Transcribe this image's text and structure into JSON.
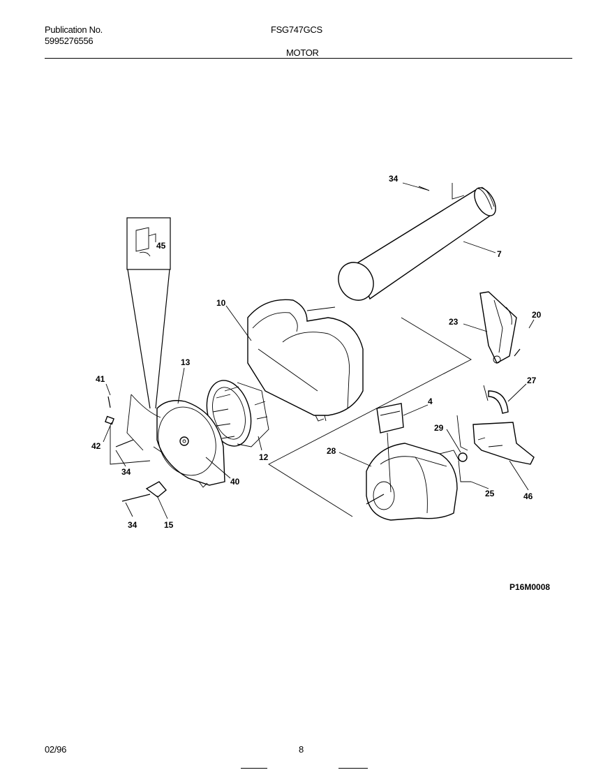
{
  "header": {
    "publication_label": "Publication No.",
    "publication_number": "5995276556",
    "model": "FSG747GCS",
    "section_title": "MOTOR"
  },
  "diagram": {
    "drawing_code": "P16M0008",
    "callouts": {
      "c34a": "34",
      "c7": "7",
      "c45": "45",
      "c10": "10",
      "c23": "23",
      "c20": "20",
      "c13": "13",
      "c41": "41",
      "c27": "27",
      "c4": "4",
      "c42": "42",
      "c29": "29",
      "c28": "28",
      "c34b": "34",
      "c12": "12",
      "c40": "40",
      "c25": "25",
      "c46": "46",
      "c34c": "34",
      "c15": "15"
    }
  },
  "footer": {
    "date": "02/96",
    "page": "8"
  }
}
